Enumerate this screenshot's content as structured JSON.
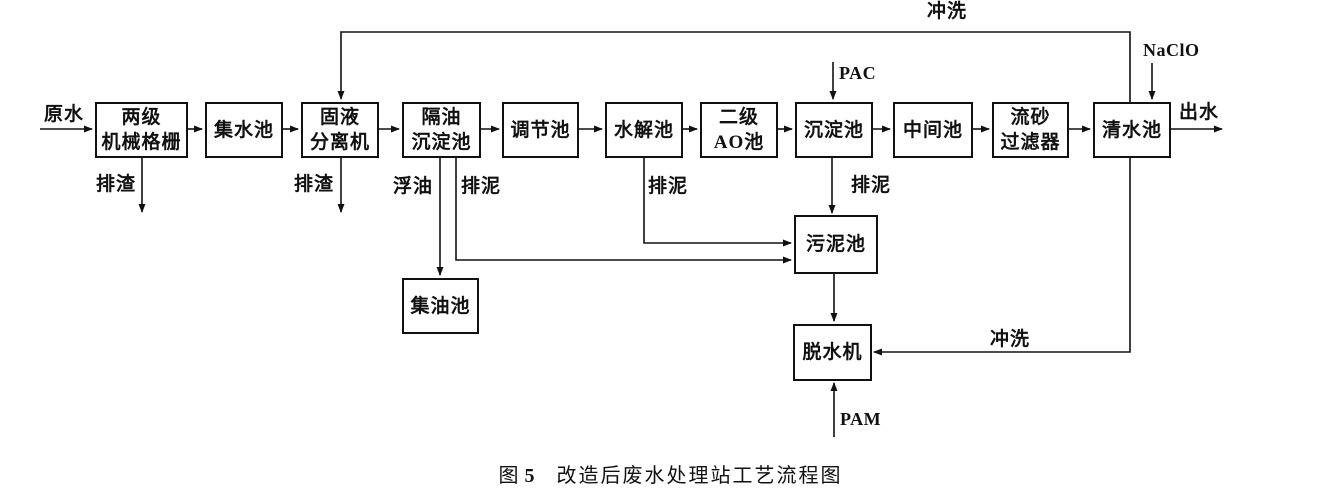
{
  "figure": {
    "caption_prefix": "图",
    "caption_number": "5",
    "caption_title": "改造后废水处理站工艺流程图"
  },
  "nodes": {
    "grate": {
      "line1": "两级",
      "line2": "机械格栅"
    },
    "collect": {
      "label": "集水池"
    },
    "separator": {
      "line1": "固液",
      "line2": "分离机"
    },
    "oil_sed": {
      "line1": "隔油",
      "line2": "沉淀池"
    },
    "regulating": {
      "label": "调节池"
    },
    "hydrolysis": {
      "label": "水解池"
    },
    "ao": {
      "line1": "二级",
      "line2": "AO池"
    },
    "sedimentation": {
      "label": "沉淀池"
    },
    "intermediate": {
      "label": "中间池"
    },
    "sand_filter": {
      "line1": "流砂",
      "line2": "过滤器"
    },
    "clean_water": {
      "label": "清水池"
    },
    "oil_collect": {
      "label": "集油池"
    },
    "sludge_pool": {
      "label": "污泥池"
    },
    "dewater": {
      "label": "脱水机"
    }
  },
  "labels": {
    "raw_water": "原水",
    "out_water": "出水",
    "slag1": "排渣",
    "slag2": "排渣",
    "float_oil": "浮油",
    "sludge_out1": "排泥",
    "sludge_out2": "排泥",
    "sludge_out3": "排泥",
    "pac": "PAC",
    "pam": "PAM",
    "naclo": "NaClO",
    "flush_top": "冲洗",
    "flush_bottom": "冲洗"
  },
  "colors": {
    "line": "#111111",
    "background": "#ffffff"
  }
}
